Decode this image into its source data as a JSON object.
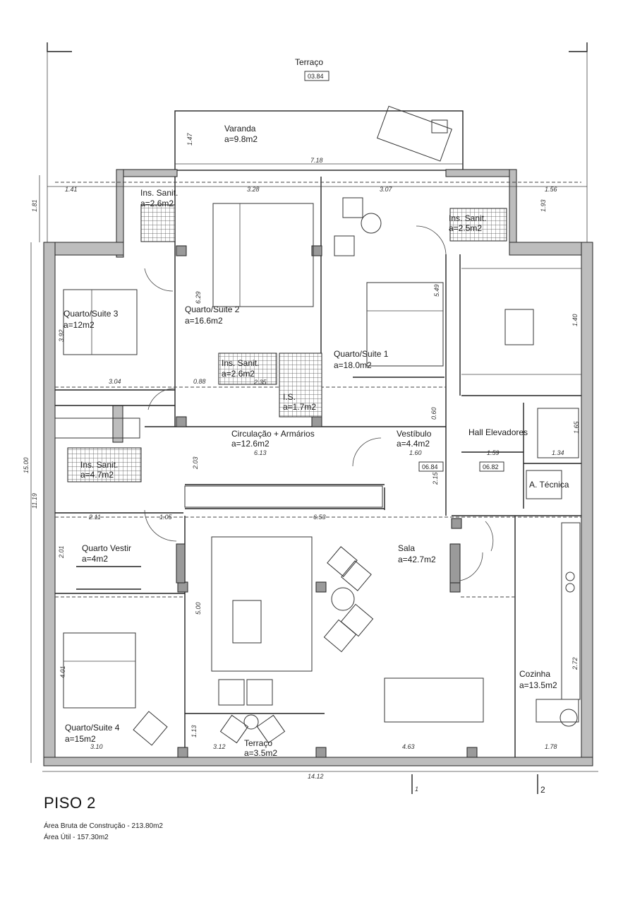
{
  "plan": {
    "title": "PISO 2",
    "area_gross": "Área Bruta de Construção - 213.80m2",
    "area_useful": "Área Útil - 157.30m2",
    "rooms": {
      "terraco_top": {
        "name": "Terraço",
        "code": "03.84"
      },
      "varanda": {
        "name": "Varanda",
        "area": "a=9.8m2"
      },
      "ins_sanit_left": {
        "name": "Ins. Sanit.",
        "area": "a=2.6m2"
      },
      "ins_sanit_right": {
        "name": "Ins. Sanit.",
        "area": "a=2.5m2"
      },
      "quarto3": {
        "name": "Quarto/Suite 3",
        "area": "a=12m2"
      },
      "quarto2": {
        "name": "Quarto/Suite 2",
        "area": "a=16.6m2"
      },
      "quarto1": {
        "name": "Quarto/Suite 1",
        "area": "a=18.0m2"
      },
      "ins_sanit_mid": {
        "name": "Ins. Sanit.",
        "area": "a=2.6m2"
      },
      "is_small": {
        "name": "I.S.",
        "area": "a=1.7m2"
      },
      "circulacao": {
        "name": "Circulação + Armários",
        "area": "a=12.6m2"
      },
      "vestibulo": {
        "name": "Vestíbulo",
        "area": "a=4.4m2",
        "code": "06.84"
      },
      "hall": {
        "name": "Hall Elevadores",
        "code": "06.82"
      },
      "tecnica": {
        "name": "A. Técnica"
      },
      "ins_sanit_lower": {
        "name": "Ins. Sanit.",
        "area": "a=4.7m2"
      },
      "quarto_vestir": {
        "name": "Quarto Vestir",
        "area": "a=4m2"
      },
      "sala": {
        "name": "Sala",
        "area": "a=42.7m2"
      },
      "cozinha": {
        "name": "Cozinha",
        "area": "a=13.5m2"
      },
      "quarto4": {
        "name": "Quarto/Suite 4",
        "area": "a=15m2"
      },
      "terraco_bottom": {
        "name": "Terraço",
        "area": "a=3.5m2"
      }
    },
    "dimensions": {
      "d718": "7.18",
      "d147": "1.47",
      "d141": "1.41",
      "d328": "3.28",
      "d307": "3.07",
      "d156": "1.56",
      "d181": "1.81",
      "d193": "1.93",
      "d549": "5.49",
      "d629": "6.29",
      "d392": "3.92",
      "d304": "3.04",
      "d088": "0.88",
      "d140": "1.40",
      "d060": "0.60",
      "d160": "1.60",
      "d159": "1.59",
      "d165": "1.65",
      "d613": "6.13",
      "d203": "2.03",
      "d215": "2.15",
      "d1500": "15.00",
      "d1119": "11.19",
      "d211": "2.11",
      "d105": "1.05",
      "d653": "6.53",
      "d201": "2.01",
      "d500": "5.00",
      "d401": "4.01",
      "d113": "1.13",
      "d310": "3.10",
      "d312": "3.12",
      "d463": "4.63",
      "d178": "1.78",
      "d1412": "14.12",
      "d272": "2.72",
      "d134": "1.34",
      "d235": "2.35"
    },
    "section_marks": {
      "s1": "1",
      "s2": "2"
    }
  }
}
